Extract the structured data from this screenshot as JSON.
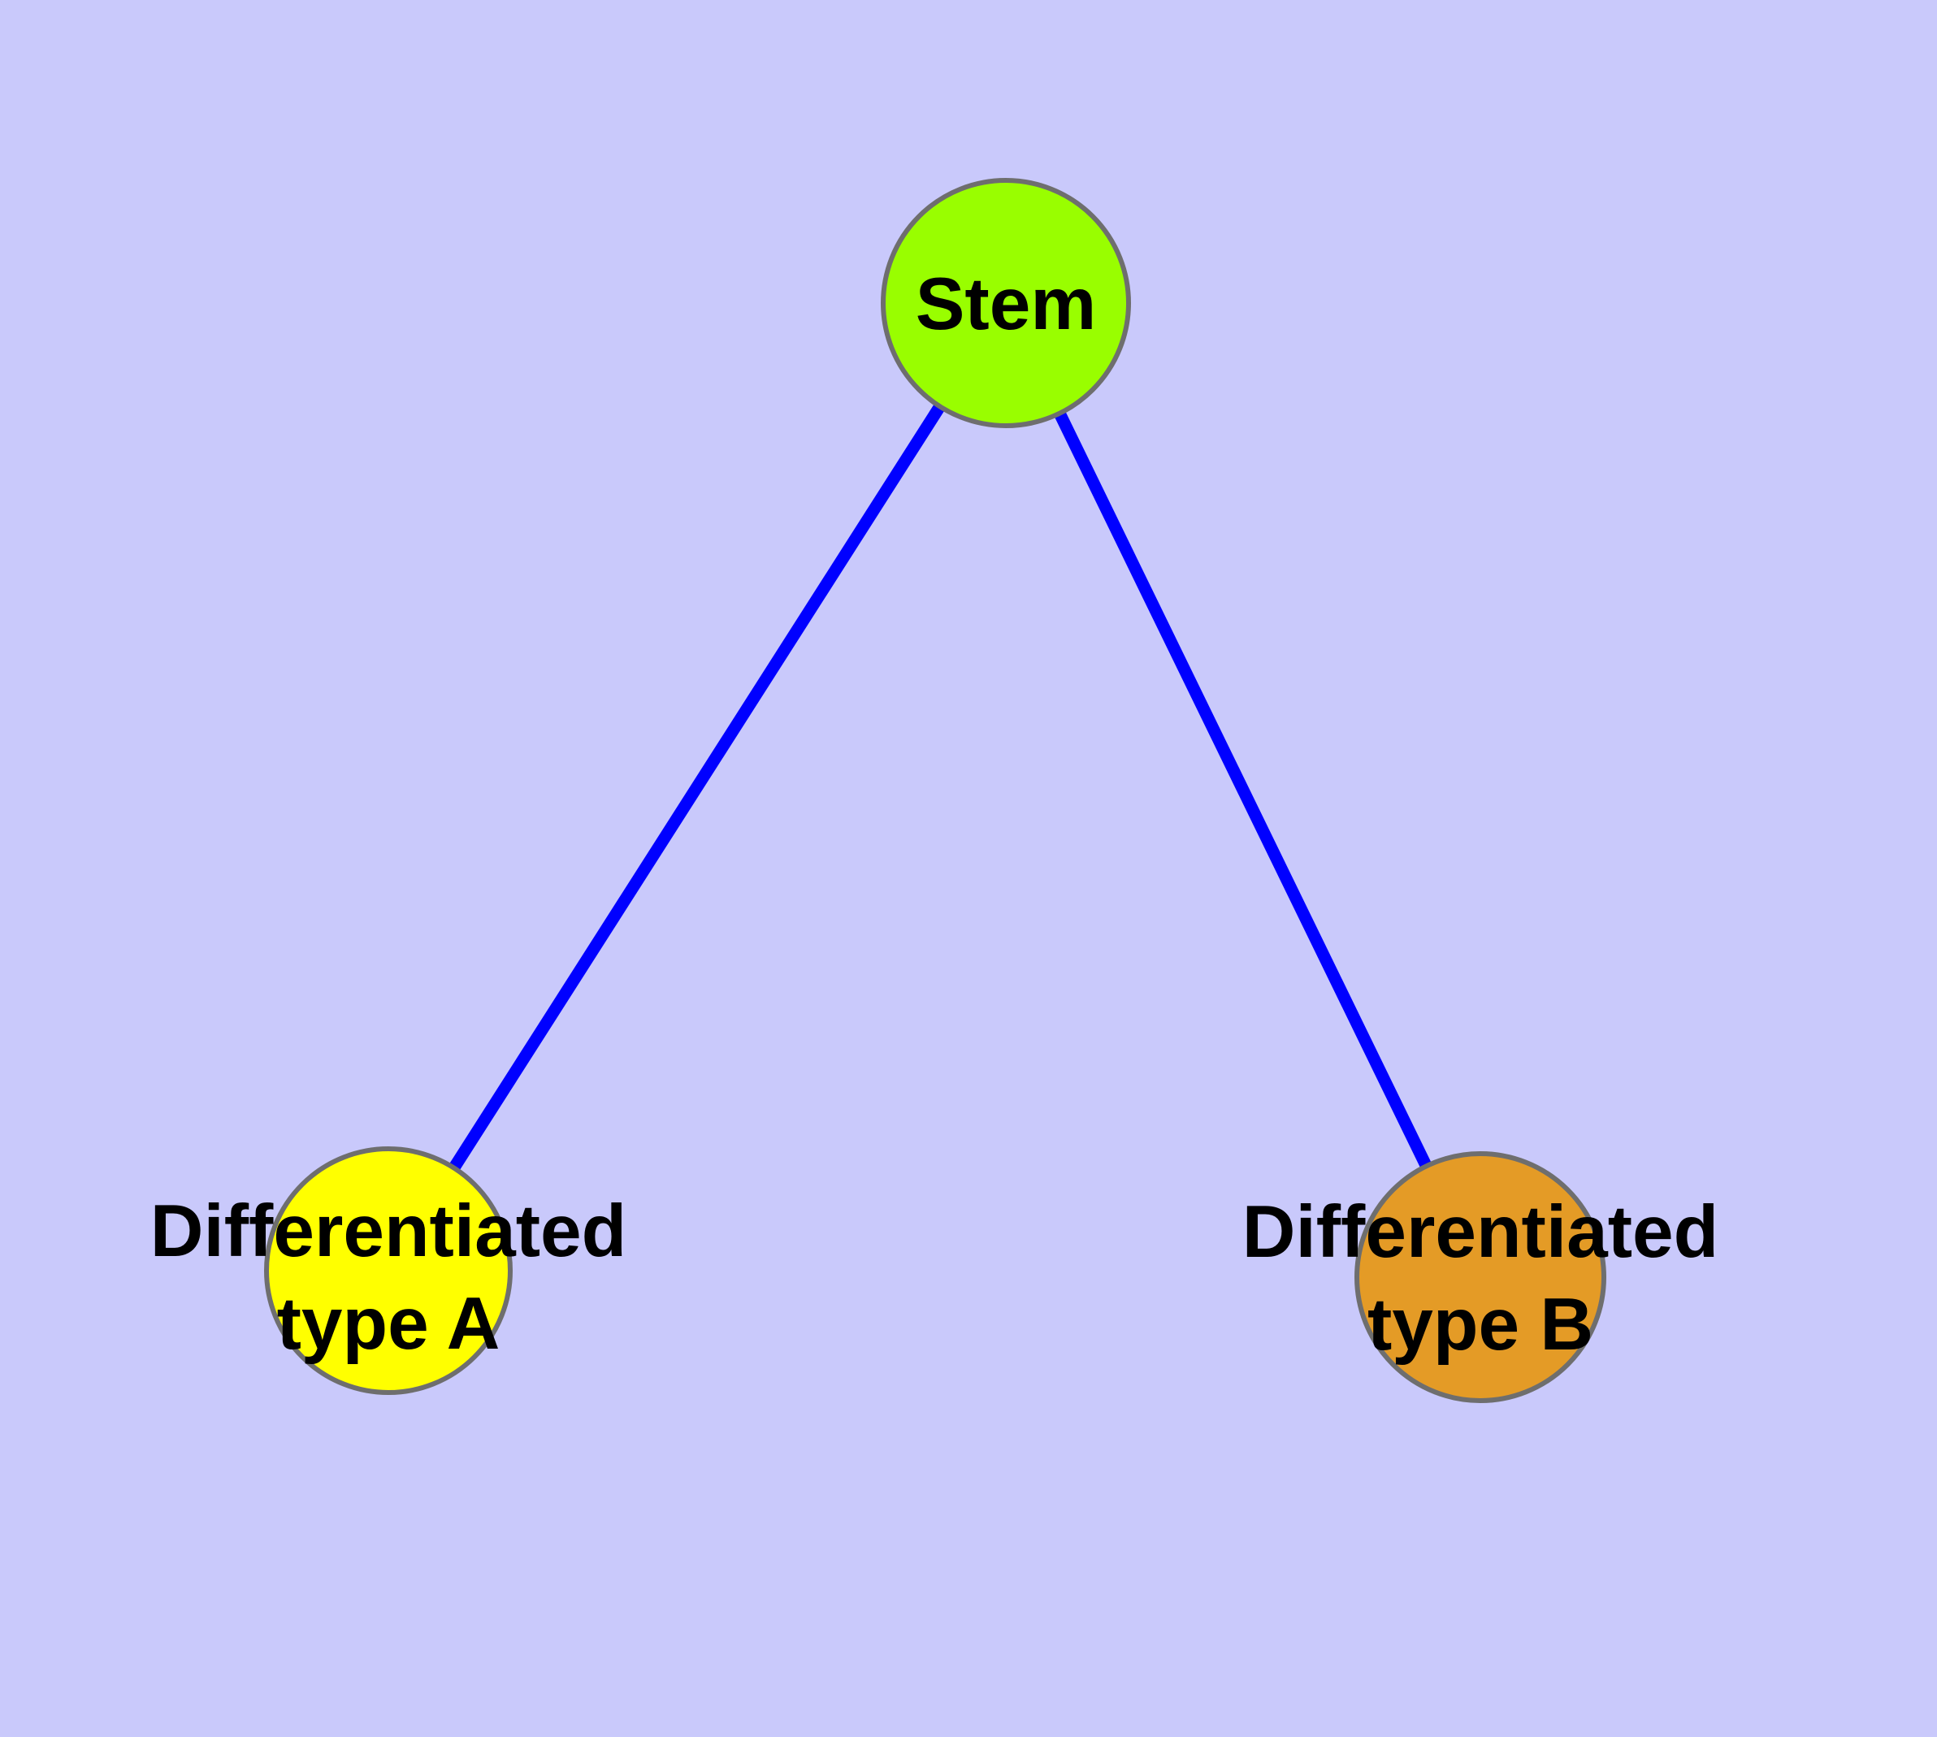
{
  "diagram": {
    "type": "node-link-graph",
    "background_color": "#C9C9FB",
    "edge_color": "#0000FF",
    "node_border_color": "#6E6E6E",
    "label_color": "#000000",
    "nodes": [
      {
        "id": "stem",
        "label": "Stem",
        "fill_color": "#99FE00"
      },
      {
        "id": "differentiated-type-a",
        "label": "Differentiated type A",
        "label_line1": "Differentiated",
        "label_line2": "type A",
        "fill_color": "#FFFF00"
      },
      {
        "id": "differentiated-type-b",
        "label": "Differentiated type B",
        "label_line1": "Differentiated",
        "label_line2": "type B",
        "fill_color": "#E49B26"
      }
    ],
    "edges": [
      {
        "from": "Stem",
        "to": "Differentiated type A"
      },
      {
        "from": "Stem",
        "to": "Differentiated type B"
      }
    ]
  }
}
